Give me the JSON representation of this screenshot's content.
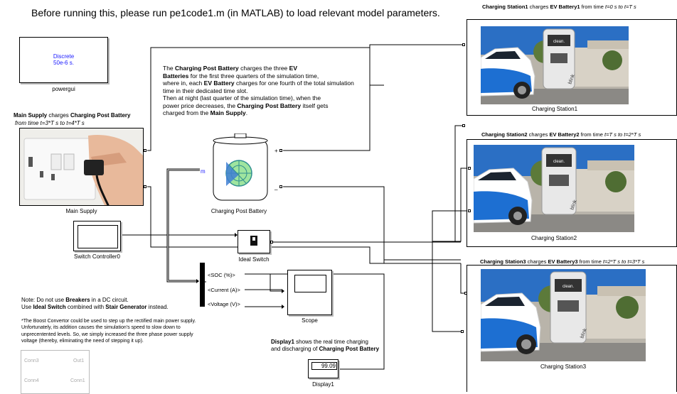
{
  "header_note": "Before running this, please run pe1code1.m (in MATLAB) to load relevant model parameters.",
  "powergui": {
    "line1": "Discrete",
    "line2": "50e-6 s.",
    "caption": "powergui"
  },
  "main_supply": {
    "desc_b1": "Main Supply",
    "desc_t1": " charges ",
    "desc_b2": "Charging Post Battery",
    "desc_line2": "from time t=3*T s to t=4*T s",
    "caption": "Main Supply"
  },
  "post_note": {
    "l1_a": "The ",
    "l1_b": "Charging Post Battery",
    "l1_c": " charges the three ",
    "l1_d": "EV",
    "l2_a": "Batteries",
    "l2_b": " for the first three quarters of the simulation time,",
    "l3_a": "where in, each ",
    "l3_b": "EV Battery",
    "l3_c": " charges for one fourth of the total simulation",
    "l4": "time in their dedicated time slot.",
    "l5": "Then at night (last quarter of the simulation time), when the",
    "l6_a": "power price decreases, the ",
    "l6_b": "Charging Post Battery",
    "l6_c": " itself gets",
    "l7_a": "charged from the ",
    "l7_b": "Main Supply",
    "l7_c": "."
  },
  "battery": {
    "caption": "Charging Post Battery",
    "plus": "+",
    "minus": "_",
    "m": "m"
  },
  "switch_controller": {
    "caption": "Switch Controller0"
  },
  "ideal_switch": {
    "caption": "Ideal Switch"
  },
  "bus": {
    "soc": "<SOC (%)>",
    "current": "<Current (A)>",
    "voltage": "<Voltage (V)>"
  },
  "scope": {
    "caption": "Scope"
  },
  "display": {
    "desc_b1": "Display1",
    "desc_t1": " shows the real time charging",
    "desc_t2": "and discharging of ",
    "desc_b2": "Charging Post Battery",
    "value": "99.09",
    "caption": "Display1"
  },
  "stations": [
    {
      "desc_b1": "Charging Station1",
      "desc_t1": " charges ",
      "desc_b2": "EV Battery1",
      "desc_t2": " from time ",
      "desc_i": "t=0 s to t=T s",
      "caption": "Charging Station1"
    },
    {
      "desc_b1": "Charging Station2",
      "desc_t1": " charges ",
      "desc_b2": "EV Battery2",
      "desc_t2": " from time ",
      "desc_i": "t=T s to t=2*T s",
      "caption": "Charging Station2"
    },
    {
      "desc_b1": "Charging Station3",
      "desc_t1": " charges ",
      "desc_b2": "EV Battery3",
      "desc_t2": " from time ",
      "desc_i": "t=2*T s to t=3*T s",
      "caption": "Charging Station3"
    }
  ],
  "breaker_note": {
    "l1_a": "Note: Do not use ",
    "l1_b": "Breakers",
    "l1_c": " in a DC circuit.",
    "l2_a": "Use ",
    "l2_b": "Ideal Switch",
    "l2_c": " combined with ",
    "l2_d": "Stair Generator",
    "l2_e": " instead."
  },
  "boost_note": {
    "l1": "*The Boost Convertor could be used to step up the rectified main power supply.",
    "l2": "Unfortunately, its addition causes the simulation's speed to slow down to",
    "l3": "unprecentented levels. So, we simply increased the three phase power supply",
    "l4": "voltage (thereby, eliminating the need of stepping it up)."
  },
  "subsystem": {
    "conn3": "Conn3",
    "out1": "Out1",
    "conn4": "Conn4",
    "conn1": "Conn1"
  },
  "photo_brand": {
    "sign": "clean.",
    "side": "blink"
  },
  "colors": {
    "powergui_text": "#1a1aff",
    "battery_teal": "#2f8f8f",
    "battery_green": "#6fd46f",
    "battery_blue": "#3f7fd4",
    "sky": "#2b6fc4",
    "car_blue": "#1d6fd2"
  }
}
